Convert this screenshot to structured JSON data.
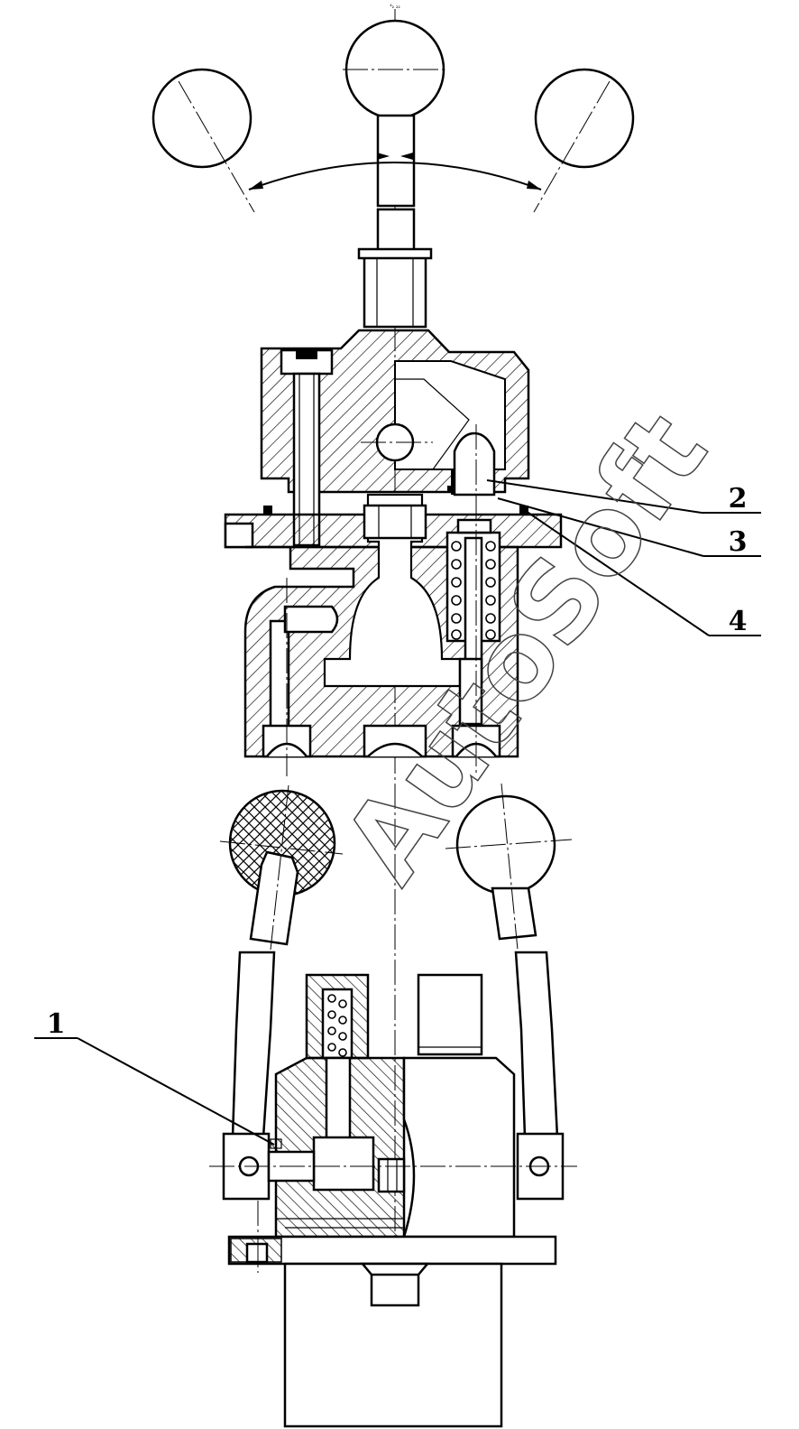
{
  "drawing": {
    "top_mark": "⁴₂ ₂₂",
    "watermark": "AutoSoft",
    "callouts": [
      {
        "id": "label-1",
        "text": "1"
      },
      {
        "id": "label-2",
        "text": "2"
      },
      {
        "id": "label-3",
        "text": "3"
      },
      {
        "id": "label-4",
        "text": "4"
      }
    ],
    "colors": {
      "line": "#000000",
      "background": "#ffffff"
    }
  }
}
